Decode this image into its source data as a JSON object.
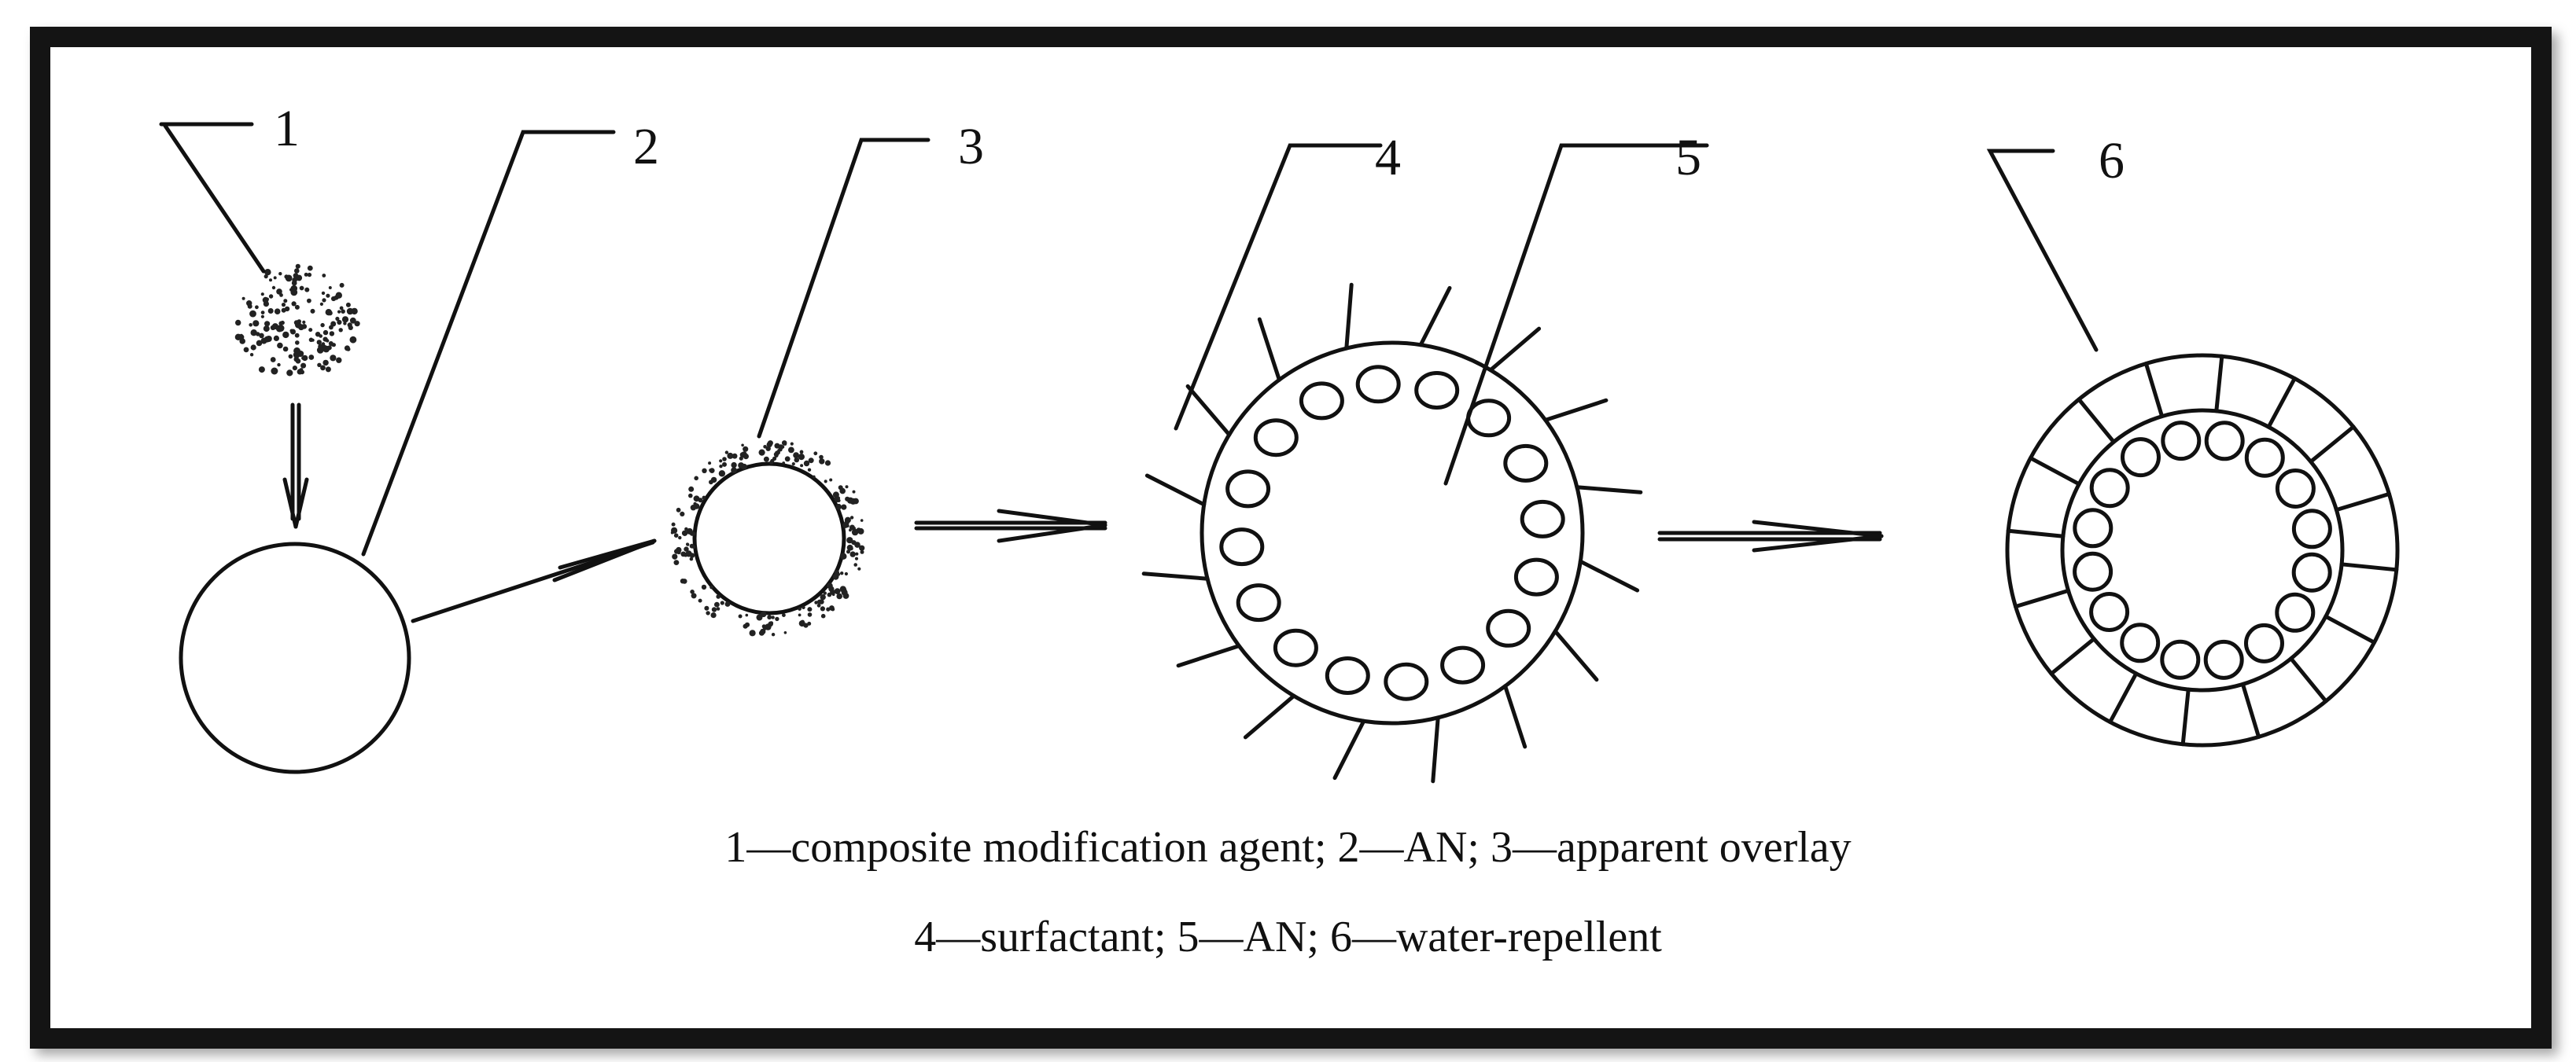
{
  "labels": [
    "1",
    "2",
    "3",
    "4",
    "5",
    "6"
  ],
  "caption": {
    "line1": "1—composite modification agent; 2—AN; 3—apparent overlay",
    "line2": "4—surfactant; 5—AN; 6—water-repellent"
  }
}
